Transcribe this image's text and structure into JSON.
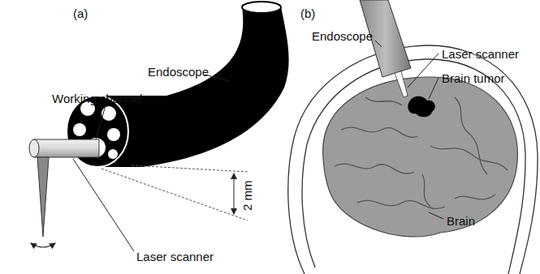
{
  "diagram": {
    "labels": [
      "(a)",
      "Endoscope",
      "Working channel",
      "2 mm",
      "Laser scanner",
      "(b)",
      "Endoscope",
      "Laser scanner",
      "Brain tumor",
      "Brain"
    ]
  }
}
